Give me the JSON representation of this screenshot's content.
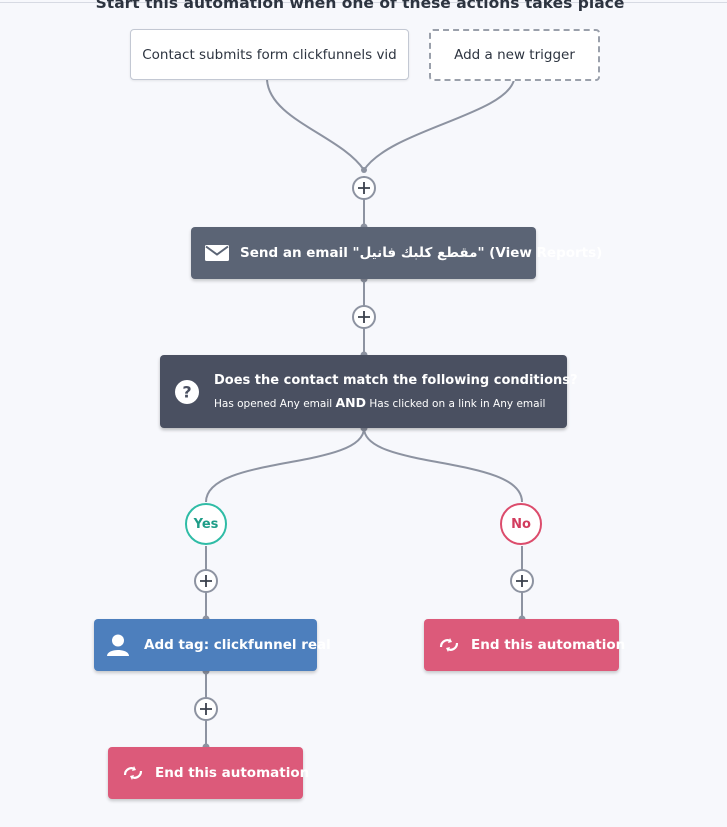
{
  "heading": "Start this automation when one of these actions takes place",
  "triggers": {
    "existing": "Contact submits form clickfunnels vid",
    "add_new": "Add a new trigger"
  },
  "email_action": {
    "label": "Send an email \"مقطع كلبك فانيل\" (View Reports)"
  },
  "condition": {
    "title": "Does the contact match the following conditions?",
    "part1": "Has opened Any email",
    "operator": "AND",
    "part2": "Has clicked on a link in Any email"
  },
  "branches": {
    "yes_label": "Yes",
    "no_label": "No"
  },
  "yes_branch": {
    "tag_label": "Add tag: clickfunnel real",
    "end_label": "End this automation"
  },
  "no_branch": {
    "end_label": "End this automation"
  },
  "colors": {
    "connector": "#8d93a1",
    "email_bg": "#5b6475",
    "condition_bg": "#4a5061",
    "tag_bg": "#4d7fbd",
    "end_bg": "#dc5a7a",
    "yes": "#2fbca6",
    "no": "#dc4c6c"
  },
  "icons": {
    "email": "envelope-icon",
    "condition": "question-icon",
    "tag": "user-icon",
    "end": "refresh-icon",
    "add_step": "plus-icon"
  }
}
